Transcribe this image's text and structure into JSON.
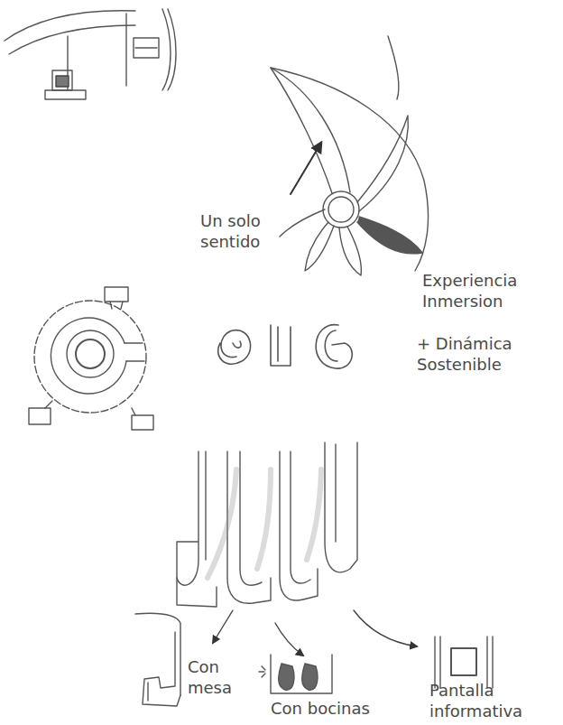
{
  "diagram": {
    "labels": [
      "Un solo sentido",
      "Experiencia Inmersion",
      "+ Dinámica Sostenible",
      "Con mesa",
      "Con bocinas",
      "Pantalla informativa"
    ]
  }
}
